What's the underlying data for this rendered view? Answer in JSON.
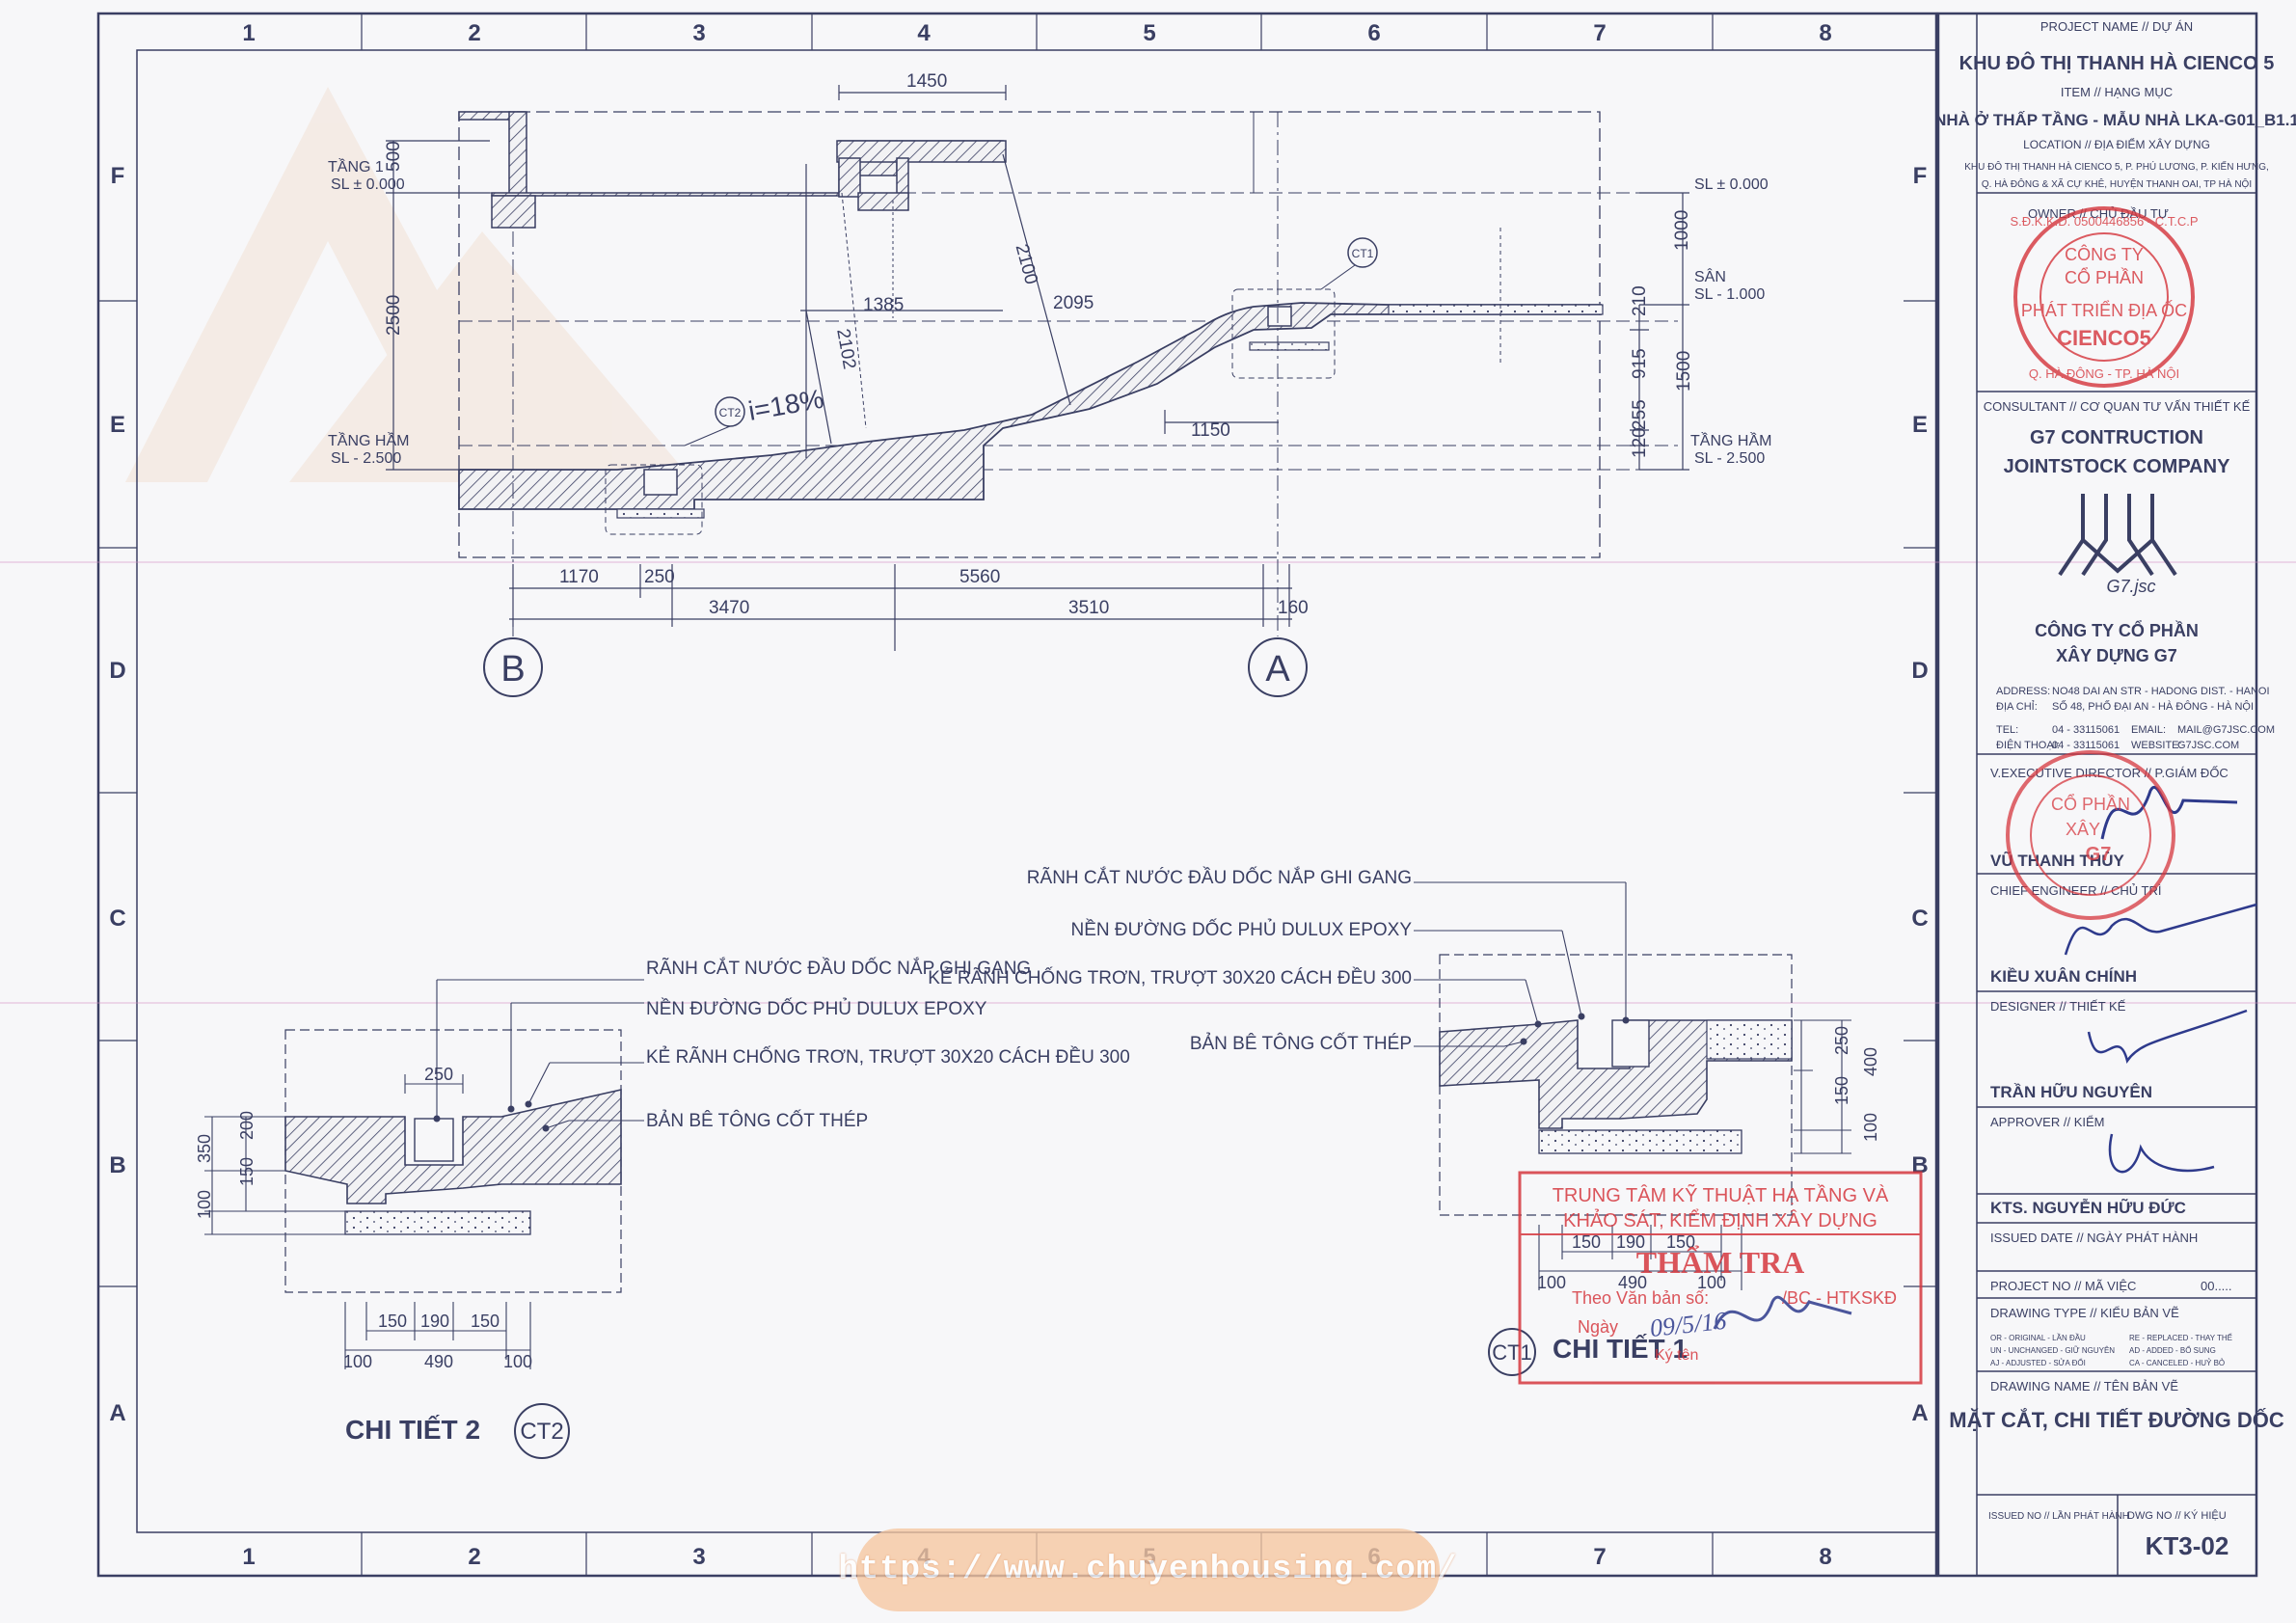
{
  "grid": {
    "columns": [
      "1",
      "2",
      "3",
      "4",
      "5",
      "6",
      "7",
      "8"
    ],
    "rows": [
      "F",
      "E",
      "D",
      "C",
      "B",
      "A"
    ]
  },
  "title_block": {
    "project_label": "PROJECT NAME // DỰ ÁN",
    "project_name": "KHU ĐÔ THỊ THANH HÀ CIENCO 5",
    "item_label": "ITEM // HẠNG MỤC",
    "item_name": "NHÀ Ở THẤP TẦNG - MẪU NHÀ LKA-G01_B1.1",
    "location_label": "LOCATION // ĐỊA ĐIỂM XÂY DỰNG",
    "location_line1": "KHU ĐÔ THỊ THANH HÀ CIENCO 5, P. PHÚ LƯƠNG, P. KIẾN HƯNG,",
    "location_line2": "Q. HÀ ĐÔNG & XÃ CỰ KHÊ, HUYỆN THANH OAI, TP HÀ NỘI",
    "owner_label": "OWNER // CHỦ ĐẦU TƯ",
    "consultant_label": "CONSULTANT // CƠ QUAN TƯ VẤN THIẾT KẾ",
    "consultant_name_1": "G7 CONTRUCTION",
    "consultant_name_2": "JOINTSTOCK COMPANY",
    "logo_text": "G7.jsc",
    "company_vn_1": "CÔNG TY CỔ PHẦN",
    "company_vn_2": "XÂY DỰNG G7",
    "address_label": "ADDRESS:",
    "address_en": "NO48 DAI AN STR - HADONG DIST. - HANOI",
    "address_vn_label": "ĐỊA CHỈ:",
    "address_vn": "SỐ 48, PHỐ ĐẠI AN - HÀ ĐÔNG - HÀ NỘI",
    "tel_label": "TEL:",
    "tel": "04 - 33115061",
    "email_label": "EMAIL:",
    "email": "MAIL@G7JSC.COM",
    "phone_label": "ĐIỆN THOẠI:",
    "phone": "04 - 33115061",
    "website_label": "WEBSITE:",
    "website": "G7JSC.COM",
    "director_label": "V.EXECUTIVE DIRECTOR // P.GIÁM ĐỐC",
    "director_name": "VŨ THANH THỦY",
    "chief_label": "CHIEF ENGINEER // CHỦ TRÌ",
    "chief_name": "KIỀU XUÂN CHÍNH",
    "designer_label": "DESIGNER // THIẾT KẾ",
    "designer_name": "TRẦN HỮU NGUYÊN",
    "approver_label": "APPROVER // KIỂM",
    "approver_name": "KTS. NGUYỄN HỮU ĐỨC",
    "issued_date_label": "ISSUED DATE // NGÀY PHÁT HÀNH",
    "project_no_label": "PROJECT NO // MÃ VIỆC",
    "project_no": "00.....",
    "drawing_type_label": "DRAWING TYPE // KIỂU BẢN VẼ",
    "dt_or": "OR - ORIGINAL - LẦN ĐẦU",
    "dt_un": "UN - UNCHANGED - GIỮ NGUYÊN",
    "dt_aj": "AJ - ADJUSTED - SỬA ĐỔI",
    "dt_re": "RE - REPLACED - THAY THẾ",
    "dt_ad": "AD - ADDED - BỔ SUNG",
    "dt_ca": "CA - CANCELED - HUỶ BỎ",
    "drawing_name_label": "DRAWING NAME // TÊN BẢN VẼ",
    "drawing_name": "MẶT CẮT, CHI TIẾT ĐƯỜNG DỐC",
    "issued_no_label": "ISSUED NO // LẦN PHÁT HÀNH",
    "dwg_no_label": "DWG NO // KÝ HIỆU",
    "dwg_no": "KT3-02"
  },
  "owner_stamp": {
    "ring_text": "S.Đ.K.K.D. 0500446856 - C.T.C.P",
    "ring_bottom": "Q. HÀ ĐÔNG - TP. HÀ NỘI",
    "line1": "CÔNG TY",
    "line2": "CỔ PHẦN",
    "line3": "PHÁT TRIỂN ĐỊA ỐC",
    "line4": "CIENCO5"
  },
  "g7_stamp": {
    "line1": "CỔ PHẦN",
    "line2": "XÂY",
    "line3": "G7"
  },
  "review_stamp": {
    "line1": "TRUNG TÂM KỸ THUẬT HẠ TẦNG VÀ",
    "line2": "KHẢO SÁT, KIỂM ĐỊNH XÂY DỰNG",
    "line3": "THẨM TRA",
    "line4": "Theo Văn bản số:",
    "line4b": "/BC - HTKSKĐ",
    "line5": "Ngày",
    "line5b": "09/5/16",
    "line6": "Ký tên"
  },
  "section": {
    "level_tang1_label": "TẦNG 1",
    "level_tang1_value": "SL ± 0.000",
    "level_ham_label": "TẦNG HẦM",
    "level_ham_value": "SL - 2.500",
    "level_right_top": "SL ± 0.000",
    "level_san_label": "SÂN",
    "level_san_value": "SL - 1.000",
    "level_right_ham_label": "TẦNG HẦM",
    "level_right_ham_value": "SL - 2.500",
    "dim_1450": "1450",
    "dim_500": "500",
    "dim_2500": "2500",
    "dim_1385": "1385",
    "dim_2102": "2102",
    "dim_2100": "2100",
    "dim_2095": "2095",
    "dim_1150": "1150",
    "dim_1000": "1000",
    "dim_210": "210",
    "dim_915": "915",
    "dim_255": "255",
    "dim_120": "120",
    "dim_1500": "1500",
    "dim_1170": "1170",
    "dim_250": "250",
    "dim_5560": "5560",
    "dim_3470": "3470",
    "dim_3510": "3510",
    "dim_160": "160",
    "slope": "i=18%",
    "tag_ct1": "CT1",
    "tag_ct2": "CT2",
    "axis_b": "B",
    "axis_a": "A"
  },
  "detail1": {
    "label_1": "RÃNH CẮT NƯỚC ĐẦU DỐC NẮP GHI GANG",
    "label_2": "NỀN ĐƯỜNG DỐC PHỦ DULUX EPOXY",
    "label_3": "KẺ RÃNH CHỐNG TRƠN, TRƯỢT 30X20 CÁCH ĐỀU 300",
    "label_4": "BẢN BÊ TÔNG CỐT THÉP",
    "dim_250": "250",
    "dim_400": "400",
    "dim_150": "150",
    "dim_100": "100",
    "dim_b1": "150",
    "dim_b2": "190",
    "dim_b3": "150",
    "dim_l": "100",
    "dim_m": "490",
    "dim_r": "100",
    "tag": "CT1",
    "title": "CHI TIẾT 1"
  },
  "detail2": {
    "label_1": "RÃNH CẮT NƯỚC ĐẦU DỐC NẮP GHI GANG",
    "label_2": "NỀN ĐƯỜNG DỐC PHỦ DULUX EPOXY",
    "label_3": "KẺ RÃNH CHỐNG TRƠN, TRƯỢT 30X20 CÁCH ĐỀU 300",
    "label_4": "BẢN BÊ TÔNG CỐT THÉP",
    "dim_250": "250",
    "dim_350": "350",
    "dim_200": "200",
    "dim_150": "150",
    "dim_100": "100",
    "dim_b1": "150",
    "dim_b2": "190",
    "dim_b3": "150",
    "dim_l": "100",
    "dim_m": "490",
    "dim_r": "100",
    "tag": "CT2",
    "title": "CHI TIẾT 2"
  },
  "watermark": {
    "url": "https://www.chuyenhousing.com/"
  },
  "colors": {
    "ink": "#3a3f63",
    "stamp_red": "#d6383f",
    "signature_blue": "#2e3a8c",
    "watermark_orange": "#f3b98b"
  }
}
